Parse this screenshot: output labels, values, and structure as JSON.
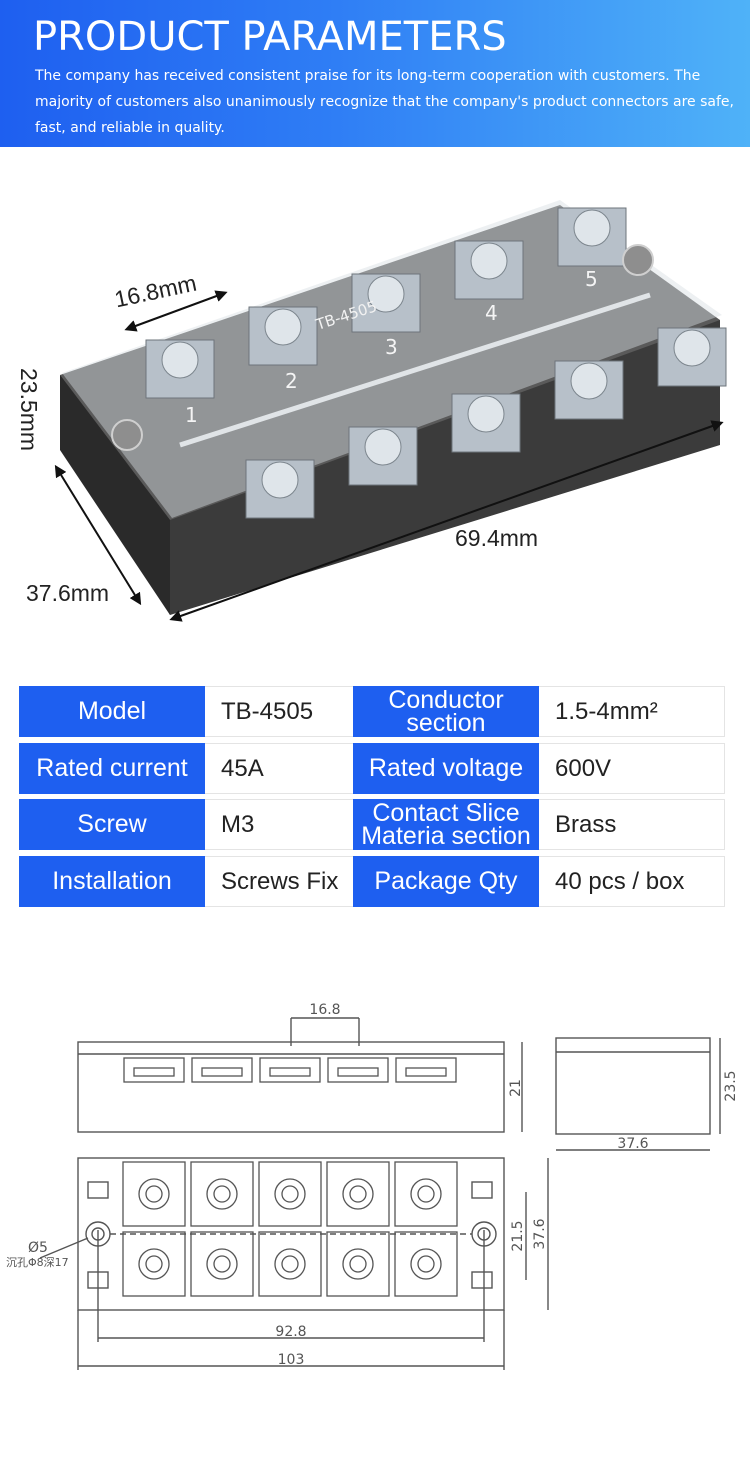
{
  "header": {
    "title": "PRODUCT PARAMETERS",
    "description": "The company has received consistent praise for its long-term cooperation with customers. The majority of customers also unanimously recognize that the company's product connectors are safe, fast, and reliable in quality."
  },
  "photo": {
    "product_marking": "TB-4505",
    "terminal_numbers": [
      "1",
      "2",
      "3",
      "4",
      "5"
    ],
    "dimensions": {
      "pitch": "16.8mm",
      "height": "23.5mm",
      "length": "69.4mm",
      "width": "37.6mm"
    }
  },
  "specs": [
    {
      "key1": "Model",
      "val1": "TB-4505",
      "key2": "Conductor\nsection",
      "val2": "1.5-4mm²"
    },
    {
      "key1": "Rated current",
      "val1": "45A",
      "key2": "Rated voltage",
      "val2": "600V"
    },
    {
      "key1": "Screw",
      "val1": "M3",
      "key2": "Contact Slice\nMateria section",
      "val2": "Brass"
    },
    {
      "key1": "Installation",
      "val1": "Screws Fix",
      "key2": "Package Qty",
      "val2": "40 pcs / box"
    }
  ],
  "drawing": {
    "pitch": "16.8",
    "body_height": "21",
    "total_height": "23.5",
    "side_width": "37.6",
    "hole_spacing_v": "21.5",
    "total_width": "37.6",
    "hole_diameter": "Ø5",
    "counterbore_note": "沉孔Φ8深17",
    "hole_spacing_h": "92.8",
    "total_length": "103"
  },
  "colors": {
    "accent": "#1e5ff0",
    "header_light": "#4fb2f8",
    "product_body": "#3a3a3a",
    "drawing_line": "#555555"
  }
}
